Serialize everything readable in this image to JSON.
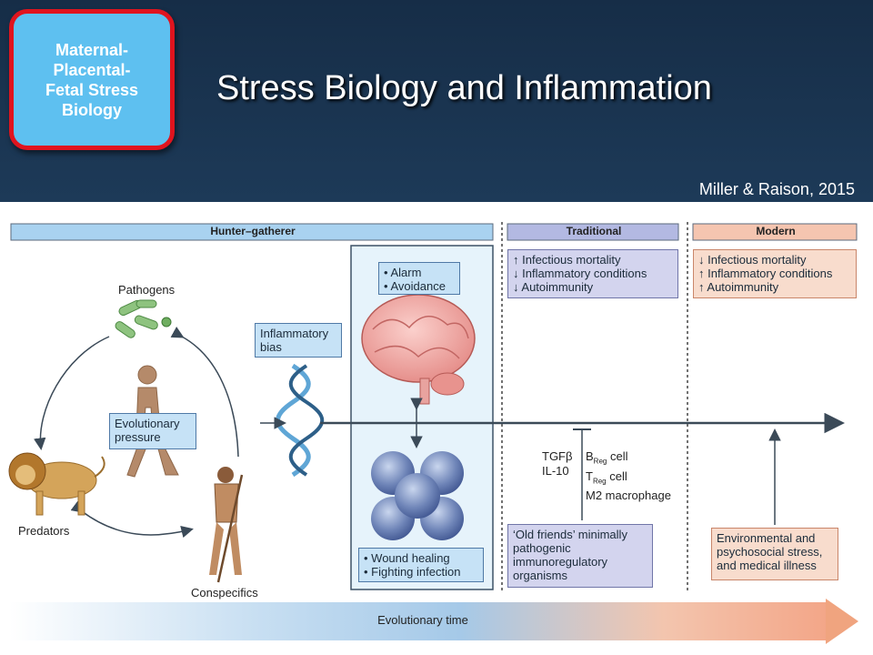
{
  "slide": {
    "badge": "Maternal-\nPlacental-\nFetal Stress\nBiology",
    "title": "Stress Biology and Inflammation",
    "citation": "Miller & Raison, 2015"
  },
  "figure": {
    "eras": {
      "hunter": "Hunter–gatherer",
      "traditional": "Traditional",
      "modern": "Modern"
    },
    "labels": {
      "pathogens": "Pathogens",
      "predators": "Predators",
      "conspecifics": "Conspecifics",
      "evolutionary_pressure": "Evolutionary\npressure",
      "inflammatory_bias": "Inflammatory\nbias",
      "alarm": "• Alarm\n• Avoidance",
      "wound": "• Wound healing\n• Fighting infection",
      "traditional_effects": "↑ Infectious mortality\n↓ Inflammatory conditions\n↓ Autoimmunity",
      "modern_effects": "↓ Infectious mortality\n↑ Inflammatory conditions\n↑ Autoimmunity",
      "cytokines": "TGFβ\nIL-10",
      "breg": "B",
      "breg_sub": "Reg",
      "breg_tail": " cell",
      "treg": "T",
      "treg_sub": "Reg",
      "treg_tail": " cell",
      "m2": "M2 macrophage",
      "old_friends": "‘Old friends’ minimally\npathogenic\nimmunoregulatory\norganisms",
      "environmental": "Environmental and\npsychosocial stress,\nand medical illness",
      "evolutionary_time": "Evolutionary time"
    },
    "colors": {
      "header_bg": "#1a3552",
      "badge": "#5ec0f0",
      "badge_border": "#e0141e",
      "hunter_bar": "#a9d2f0",
      "traditional_bar": "#b3b9e2",
      "modern_bar": "#f5c5b0",
      "box_blue": "#c6e2f6",
      "box_lavender": "#d3d4ee",
      "box_peach": "#f8dccd",
      "arrow": "#3b4a58"
    }
  }
}
